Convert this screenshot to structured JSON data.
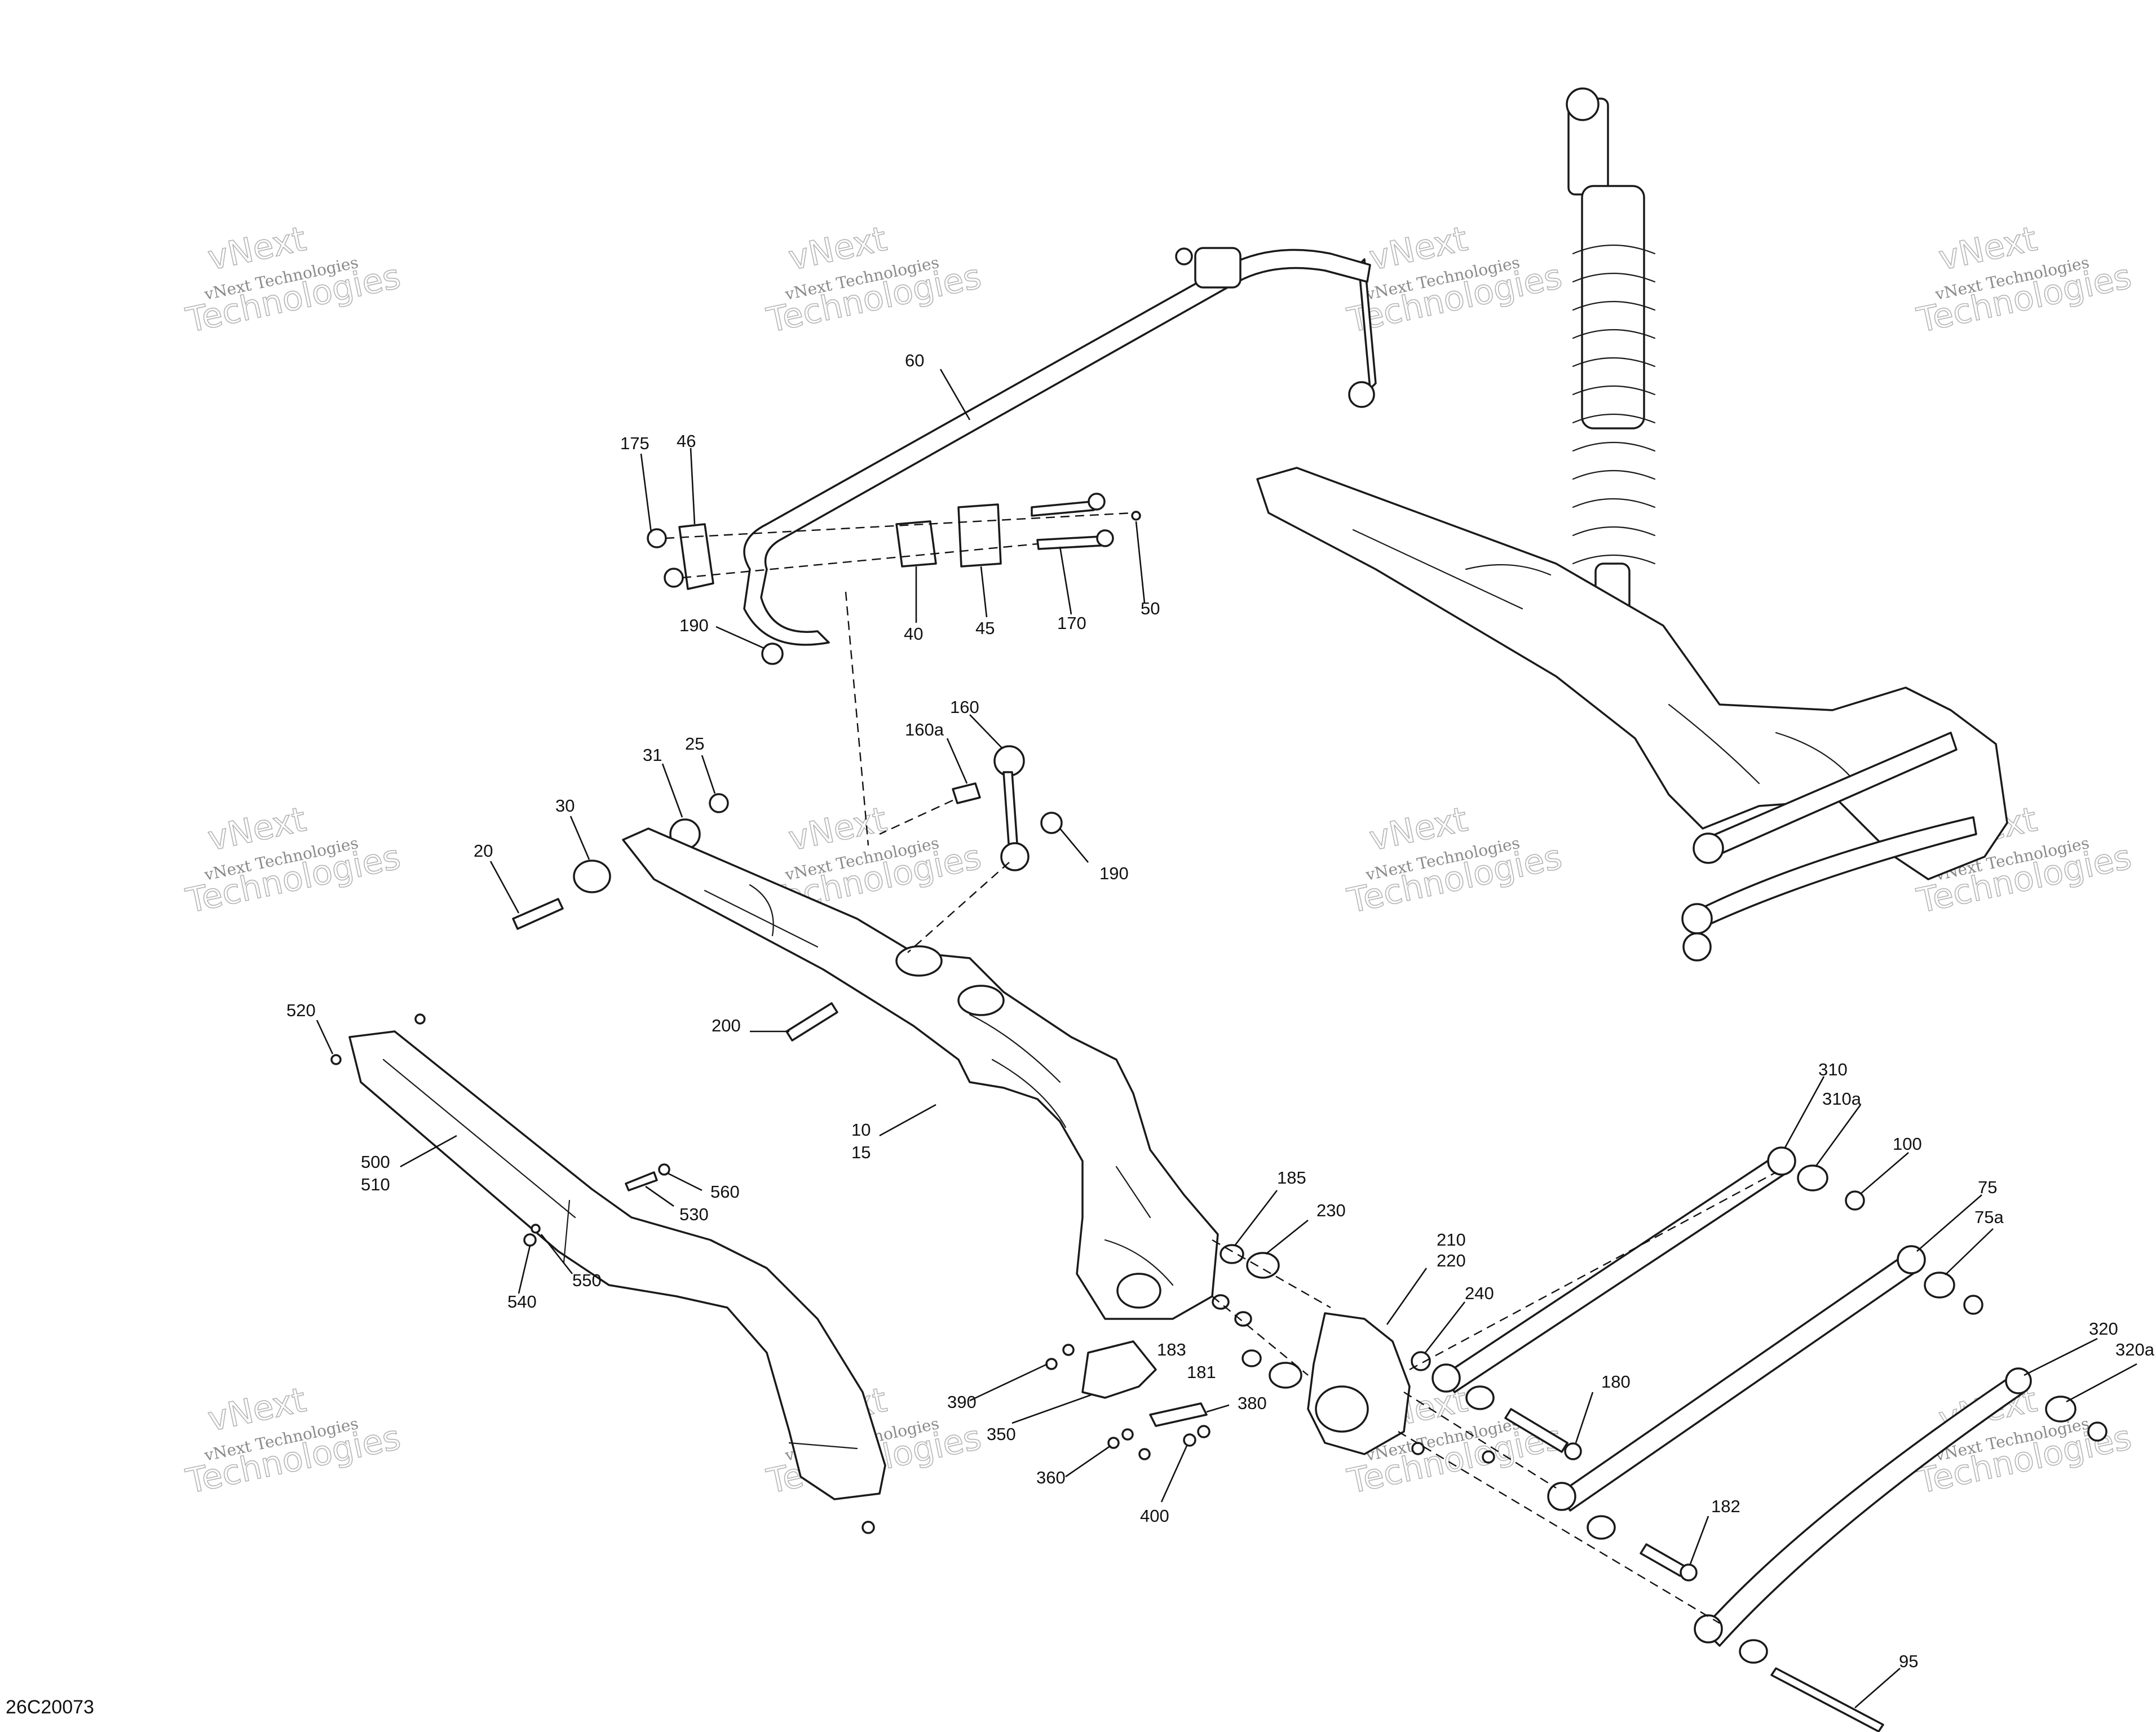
{
  "watermark": {
    "line1": "vNext",
    "line2": "vNext Technologies",
    "line3": "Technologies"
  },
  "drawing_number": "26C20073",
  "callouts": [
    {
      "id": "60",
      "text": "60"
    },
    {
      "id": "175",
      "text": "175"
    },
    {
      "id": "46",
      "text": "46"
    },
    {
      "id": "190a",
      "text": "190"
    },
    {
      "id": "40",
      "text": "40"
    },
    {
      "id": "45",
      "text": "45"
    },
    {
      "id": "170",
      "text": "170"
    },
    {
      "id": "50",
      "text": "50"
    },
    {
      "id": "160",
      "text": "160"
    },
    {
      "id": "160a",
      "text": "160a"
    },
    {
      "id": "31",
      "text": "31"
    },
    {
      "id": "25",
      "text": "25"
    },
    {
      "id": "30",
      "text": "30"
    },
    {
      "id": "20",
      "text": "20"
    },
    {
      "id": "190b",
      "text": "190"
    },
    {
      "id": "520",
      "text": "520"
    },
    {
      "id": "200",
      "text": "200"
    },
    {
      "id": "10",
      "text": "10"
    },
    {
      "id": "15",
      "text": "15"
    },
    {
      "id": "500",
      "text": "500"
    },
    {
      "id": "510",
      "text": "510"
    },
    {
      "id": "560",
      "text": "560"
    },
    {
      "id": "530",
      "text": "530"
    },
    {
      "id": "550",
      "text": "550"
    },
    {
      "id": "540",
      "text": "540"
    },
    {
      "id": "185",
      "text": "185"
    },
    {
      "id": "230",
      "text": "230"
    },
    {
      "id": "210",
      "text": "210"
    },
    {
      "id": "220",
      "text": "220"
    },
    {
      "id": "240",
      "text": "240"
    },
    {
      "id": "183",
      "text": "183"
    },
    {
      "id": "181",
      "text": "181"
    },
    {
      "id": "390",
      "text": "390"
    },
    {
      "id": "380",
      "text": "380"
    },
    {
      "id": "350",
      "text": "350"
    },
    {
      "id": "360",
      "text": "360"
    },
    {
      "id": "400",
      "text": "400"
    },
    {
      "id": "310",
      "text": "310"
    },
    {
      "id": "310a",
      "text": "310a"
    },
    {
      "id": "100",
      "text": "100"
    },
    {
      "id": "75",
      "text": "75"
    },
    {
      "id": "75a",
      "text": "75a"
    },
    {
      "id": "180",
      "text": "180"
    },
    {
      "id": "182",
      "text": "182"
    },
    {
      "id": "320",
      "text": "320"
    },
    {
      "id": "320a",
      "text": "320a"
    },
    {
      "id": "95",
      "text": "95"
    }
  ]
}
